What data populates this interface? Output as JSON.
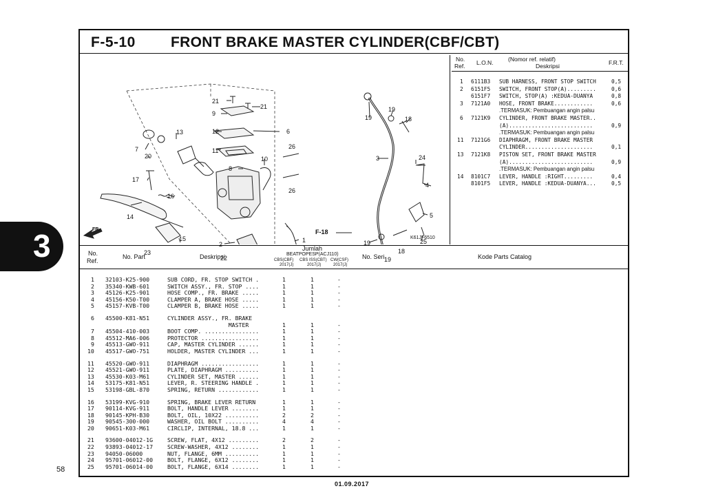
{
  "header": {
    "code": "F-5-10",
    "title": "FRONT BRAKE MASTER CYLINDER(CBF/CBT)"
  },
  "tab": "3",
  "page_number": "58",
  "date": "01.09.2017",
  "diagram": {
    "code": "K61JF6510",
    "direction_label": "FR.",
    "ref_label": "F-18",
    "callouts": [
      "21",
      "21",
      "9",
      "12",
      "11",
      "8",
      "13",
      "7",
      "20",
      "17",
      "16",
      "14",
      "6",
      "26",
      "10",
      "26",
      "2",
      "22",
      "1",
      "23",
      "15",
      "3",
      "19",
      "19",
      "18",
      "24",
      "4",
      "5",
      "25",
      "19",
      "18",
      "19"
    ]
  },
  "frt_table": {
    "headers": {
      "no": "No.",
      "ref": "Ref.",
      "lon": "L.O.N.",
      "nomor": "(Nomor ref. relatif)",
      "deskripsi": "Deskripsi",
      "frt": "F.R.T."
    },
    "rows": [
      {
        "no": "1",
        "lon": "6111B3",
        "desc": "SUB HARNESS, FRONT STOP SWITCH",
        "frt": "0,5"
      },
      {
        "no": "2",
        "lon": "6151F5",
        "desc": "SWITCH, FRONT STOP(A).........",
        "frt": "0,6"
      },
      {
        "no": "",
        "lon": "6151F7",
        "desc": "SWITCH, STOP(A) :KEDUA-DUANYA",
        "frt": "0,8"
      },
      {
        "no": "3",
        "lon": "7121A0",
        "desc": "HOSE, FRONT BRAKE............",
        "frt": "0,6"
      },
      {
        "no": "",
        "lon": "",
        "desc": ".TERMASUK: Pembuangan angin palsu",
        "frt": "",
        "note": true
      },
      {
        "no": "6",
        "lon": "7121K9",
        "desc": "CYLINDER, FRONT BRAKE MASTER..",
        "frt": ""
      },
      {
        "no": "",
        "lon": "",
        "desc": "(A)..........................",
        "frt": "0,9"
      },
      {
        "no": "",
        "lon": "",
        "desc": ".TERMASUK: Pembuangan angin palsu",
        "frt": "",
        "note": true
      },
      {
        "no": "11",
        "lon": "7121G6",
        "desc": "DIAPHRAGM, FRONT BRAKE MASTER",
        "frt": ""
      },
      {
        "no": "",
        "lon": "",
        "desc": "CYLINDER.....................",
        "frt": "0,1"
      },
      {
        "no": "13",
        "lon": "7121K8",
        "desc": "PISTON SET, FRONT BRAKE MASTER",
        "frt": ""
      },
      {
        "no": "",
        "lon": "",
        "desc": "(A)..........................",
        "frt": "0,9"
      },
      {
        "no": "",
        "lon": "",
        "desc": ".TERMASUK: Pembuangan angin palsu",
        "frt": "",
        "note": true
      },
      {
        "no": "14",
        "lon": "8101C7",
        "desc": "LEVER, HANDLE :RIGHT.........",
        "frt": "0,4"
      },
      {
        "no": "",
        "lon": "8101F5",
        "desc": "LEVER, HANDLE :KEDUA-DUANYA...",
        "frt": "0,5"
      }
    ]
  },
  "parts_table": {
    "headers": {
      "no": "No.",
      "ref": "Ref.",
      "part": "No. Part",
      "desc": "Deskripsi",
      "jumlah": "Jumlah",
      "model": "BEATPOPESP(ACJ110)",
      "sub1": "CBS(CBF)",
      "sub1b": "2017(J)",
      "sub2": "CBS ISS(CBT)",
      "sub2b": "2017(J)",
      "sub3": "CW(CSF)",
      "sub3b": "2017(J)",
      "seri": "No. Seri",
      "kode": "Kode Parts Catalog"
    },
    "groups": [
      [
        {
          "no": "1",
          "part": "32103-K25-900",
          "desc": "SUB CORD, FR. STOP SWITCH .",
          "q1": "1",
          "q2": "1",
          "q3": "-"
        },
        {
          "no": "2",
          "part": "35340-KWB-601",
          "desc": "SWITCH ASSY., FR. STOP ....",
          "q1": "1",
          "q2": "1",
          "q3": "-"
        },
        {
          "no": "3",
          "part": "45126-K25-901",
          "desc": "HOSE COMP., FR. BRAKE .....",
          "q1": "1",
          "q2": "1",
          "q3": "-"
        },
        {
          "no": "4",
          "part": "45156-K50-T00",
          "desc": "CLAMPER A, BRAKE HOSE .....",
          "q1": "1",
          "q2": "1",
          "q3": "-"
        },
        {
          "no": "5",
          "part": "45157-KVB-T00",
          "desc": "CLAMPER B, BRAKE HOSE .....",
          "q1": "1",
          "q2": "1",
          "q3": "-"
        }
      ],
      [
        {
          "no": "6",
          "part": "45500-K81-N51",
          "desc": "CYLINDER ASSY., FR. BRAKE",
          "q1": "",
          "q2": "",
          "q3": ""
        },
        {
          "no": "",
          "part": "",
          "desc": "                  MASTER",
          "q1": "1",
          "q2": "1",
          "q3": "-"
        },
        {
          "no": "7",
          "part": "45504-410-003",
          "desc": "BOOT COMP. ................",
          "q1": "1",
          "q2": "1",
          "q3": "-"
        },
        {
          "no": "8",
          "part": "45512-MA6-006",
          "desc": "PROTECTOR .................",
          "q1": "1",
          "q2": "1",
          "q3": "-"
        },
        {
          "no": "9",
          "part": "45513-GWO-911",
          "desc": "CAP, MASTER CYLINDER ......",
          "q1": "1",
          "q2": "1",
          "q3": "-"
        },
        {
          "no": "10",
          "part": "45517-GWO-751",
          "desc": "HOLDER, MASTER CYLINDER ...",
          "q1": "1",
          "q2": "1",
          "q3": "-"
        }
      ],
      [
        {
          "no": "11",
          "part": "45520-GWO-911",
          "desc": "DIAPHRAGM .................",
          "q1": "1",
          "q2": "1",
          "q3": "-"
        },
        {
          "no": "12",
          "part": "45521-GWO-911",
          "desc": "PLATE, DIAPHRAGM ..........",
          "q1": "1",
          "q2": "1",
          "q3": "-"
        },
        {
          "no": "13",
          "part": "45530-K03-M61",
          "desc": "CYLINDER SET, MASTER ......",
          "q1": "1",
          "q2": "1",
          "q3": "-"
        },
        {
          "no": "14",
          "part": "53175-K81-N51",
          "desc": "LEVER, R. STEERING HANDLE .",
          "q1": "1",
          "q2": "1",
          "q3": "-"
        },
        {
          "no": "15",
          "part": "53198-GBL-870",
          "desc": "SPRING, RETURN ............",
          "q1": "1",
          "q2": "1",
          "q3": "-"
        }
      ],
      [
        {
          "no": "16",
          "part": "53199-KVG-910",
          "desc": "SPRING, BRAKE LEVER RETURN",
          "q1": "1",
          "q2": "1",
          "q3": "-"
        },
        {
          "no": "17",
          "part": "90114-KVG-911",
          "desc": "BOLT, HANDLE LEVER ........",
          "q1": "1",
          "q2": "1",
          "q3": "-"
        },
        {
          "no": "18",
          "part": "90145-KPH-B30",
          "desc": "BOLT, OIL, 10X22 ..........",
          "q1": "2",
          "q2": "2",
          "q3": "-"
        },
        {
          "no": "19",
          "part": "90545-300-000",
          "desc": "WASHER, OIL BOLT ..........",
          "q1": "4",
          "q2": "4",
          "q3": "-"
        },
        {
          "no": "20",
          "part": "90651-K03-M61",
          "desc": "CIRCLIP, INTERNAL, 18.8 ...",
          "q1": "1",
          "q2": "1",
          "q3": "-"
        }
      ],
      [
        {
          "no": "21",
          "part": "93600-04012-1G",
          "desc": "SCREW, FLAT, 4X12 .........",
          "q1": "2",
          "q2": "2",
          "q3": "-"
        },
        {
          "no": "22",
          "part": "93893-04012-17",
          "desc": "SCREW-WASHER, 4X12 ........",
          "q1": "1",
          "q2": "1",
          "q3": "-"
        },
        {
          "no": "23",
          "part": "94050-06000",
          "desc": "NUT, FLANGE, 6MM ..........",
          "q1": "1",
          "q2": "1",
          "q3": "-"
        },
        {
          "no": "24",
          "part": "95701-06012-00",
          "desc": "BOLT, FLANGE, 6X12 ........",
          "q1": "1",
          "q2": "1",
          "q3": "-"
        },
        {
          "no": "25",
          "part": "95701-06014-00",
          "desc": "BOLT, FLANGE, 6X14 ........",
          "q1": "1",
          "q2": "1",
          "q3": "-"
        }
      ]
    ]
  }
}
